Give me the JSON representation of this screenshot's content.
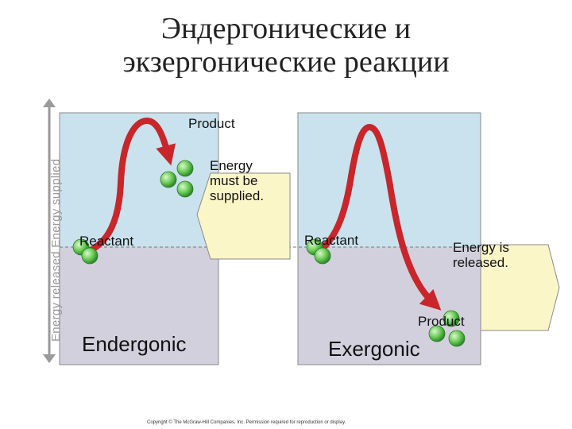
{
  "title": {
    "line1": "Эндергонические и",
    "line2": "экзергонические реакции"
  },
  "axis_label": "Energy released Energy supplied",
  "left_panel": {
    "product_label": "Product",
    "reactant_label": "Reactant",
    "arrow_text": "Energy\nmust be\nsupplied.",
    "caption": "Endergonic"
  },
  "right_panel": {
    "reactant_label": "Reactant",
    "product_label": "Product",
    "arrow_text": "Energy is\nreleased.",
    "caption": "Exergonic"
  },
  "copyright": "Copyright © The McGraw-Hill Companies, Inc. Permission required for reproduction or display.",
  "colors": {
    "upper_region": "#c9e2ee",
    "lower_region": "#d3d0dd",
    "curve": "#d32a2a",
    "arrow_fill": "#fbf6c8",
    "molecule": "#6fcf5a"
  }
}
